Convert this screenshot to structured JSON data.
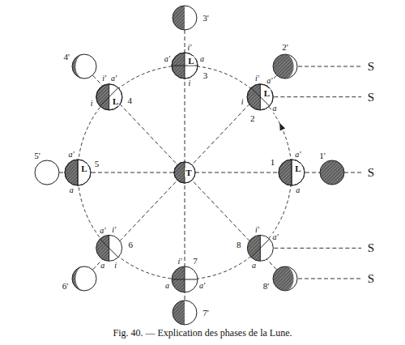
{
  "diagram": {
    "caption": "Fig. 40. — Explication des phases de la Lune.",
    "nodes": [
      {
        "text": [
          "T"
        ]
      },
      {
        "text": [
          "L"
        ]
      },
      {
        "text": [
          "L"
        ]
      },
      {
        "text": [
          "L"
        ]
      },
      {
        "text": [
          "L"
        ]
      },
      {
        "text": [
          "L"
        ]
      }
    ],
    "labels": [
      "1",
      "2",
      "3",
      "4",
      "5",
      "6",
      "7",
      "8",
      "1'",
      "2'",
      "3'",
      "4'",
      "5'",
      "6'",
      "7'",
      "8'",
      "S",
      "S",
      "S",
      "S",
      "S",
      "a'",
      "a",
      "i'",
      "a'",
      "i",
      "a",
      "i'",
      "a'",
      "a",
      "i",
      "i'",
      "a'",
      "i",
      "a'",
      "a",
      "a'",
      "i'",
      "a",
      "i",
      "i'",
      "a",
      "a'",
      "i'",
      "a'",
      "a"
    ]
  }
}
